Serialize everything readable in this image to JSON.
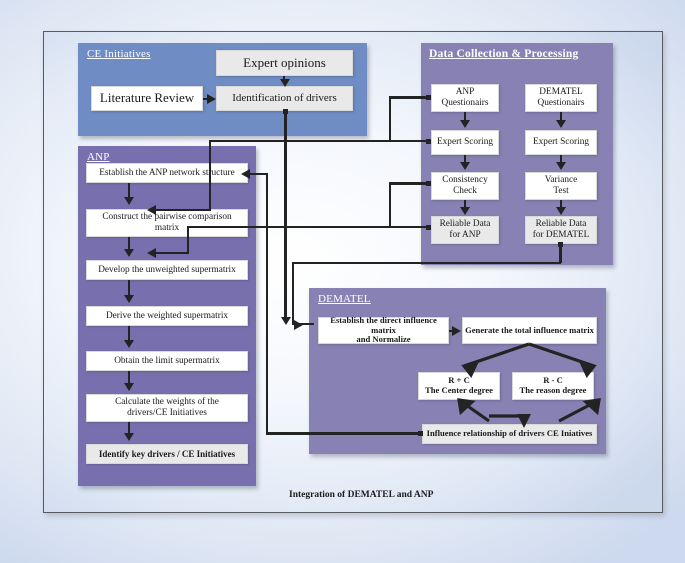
{
  "diagram": {
    "caption": "Integration of  DEMATEL and ANP"
  },
  "panels": {
    "ce": {
      "title": "CE Initiatives",
      "color": "#6f8cc4",
      "nodes": {
        "expert_opinions": "Expert opinions",
        "literature_review": "Literature Review",
        "identification": "Identification of drivers"
      }
    },
    "data_collection": {
      "title": "Data Collection &  Processing",
      "color": "#8782b3",
      "anp_chain": [
        "ANP\nQuestionairs",
        "Expert Scoring",
        "Consistency\nCheck",
        "Reliable Data\nfor ANP"
      ],
      "dematel_chain": [
        "DEMATEL\nQuestionairs",
        "Expert Scoring",
        "Variance\nTest",
        "Reliable Data\nfor DEMATEL"
      ]
    },
    "anp": {
      "title": "ANP",
      "color": "#7870ae",
      "steps": [
        "Establish the ANP network structure",
        "Construct the pairwise comparison\nmatrix",
        "Develop the unweighted supermatrix",
        "Derive the weighted supermatrix",
        "Obtain the limit supermatrix",
        "Calculate the weights of  the\ndrivers/CE Initiatives",
        "Identify key drivers / CE Initiatives"
      ]
    },
    "dematel": {
      "title": "DEMATEL",
      "color": "#8782b3",
      "nodes": {
        "direct_matrix": "Establish the direct influence matrix\nand Normalize",
        "total_matrix": "Generate the total influence matrix",
        "r_plus_c": "R + C\nThe Center degree",
        "r_minus_c": "R - C\nThe reason degree",
        "influence": "Influence relationship of  drivers CE Iniatives"
      }
    }
  },
  "colors": {
    "ce_panel": "#6f8cc4",
    "data_panel": "#8782b3",
    "anp_panel": "#7870ae",
    "dematel_panel": "#8782b3",
    "connector": "#232323",
    "frame_border": "#585a5e"
  }
}
